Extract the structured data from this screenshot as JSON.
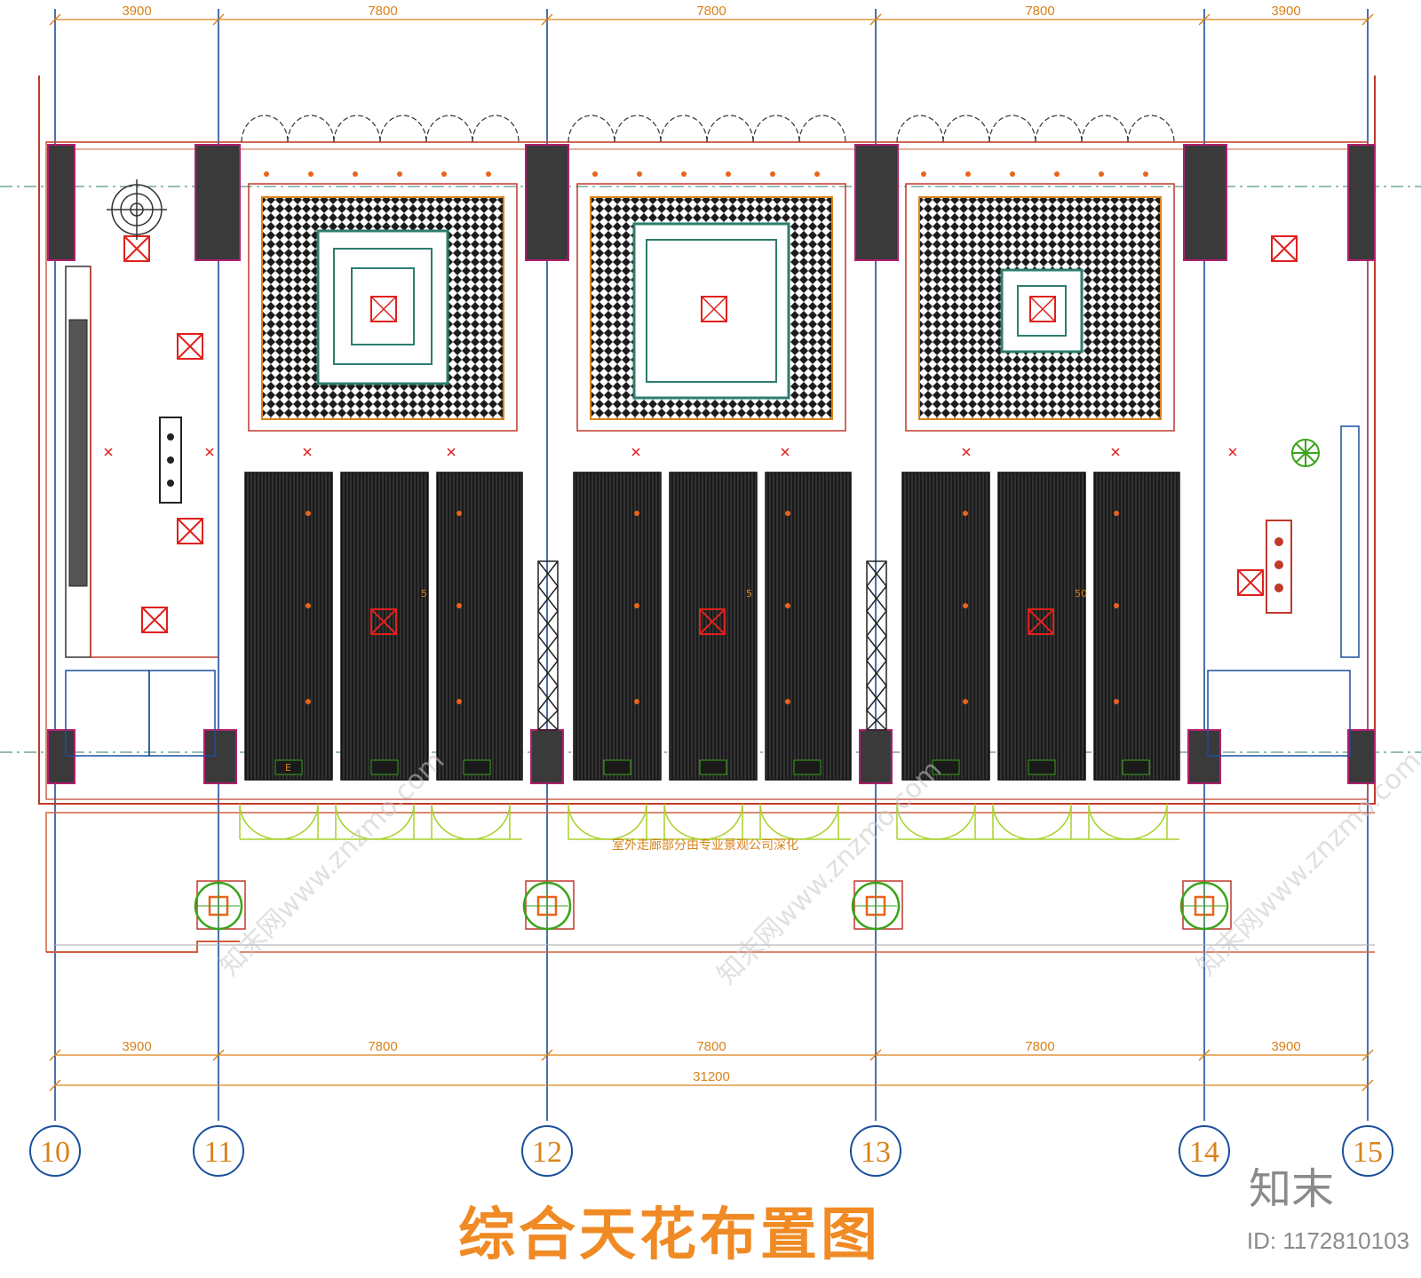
{
  "top_dimensions": [
    "3900",
    "7800",
    "7800",
    "7800",
    "3900"
  ],
  "bottom_dimensions": [
    "3900",
    "7800",
    "7800",
    "7800",
    "3900"
  ],
  "total_dimension": "31200",
  "axis_labels": [
    "10",
    "11",
    "12",
    "13",
    "14",
    "15"
  ],
  "corridor_note": "室外走廊部分由专业景观公司深化",
  "drawing_title": "综合天花布置图",
  "brand_logo": "知末",
  "image_id": "ID: 1172810103",
  "watermark_text": "知末网www.znzmo.com",
  "panel_labels": [
    "5",
    "5",
    "50"
  ],
  "exit_sign_label": "E",
  "colors": {
    "dimension": "#d9821a",
    "axis_line": "#1a4f9c",
    "wall": "#c0392b",
    "dark_panel": "#222222",
    "fixture": "#e0201c",
    "title": "#f08a24",
    "plant": "#3aa31a",
    "door": "#a8d02a"
  }
}
